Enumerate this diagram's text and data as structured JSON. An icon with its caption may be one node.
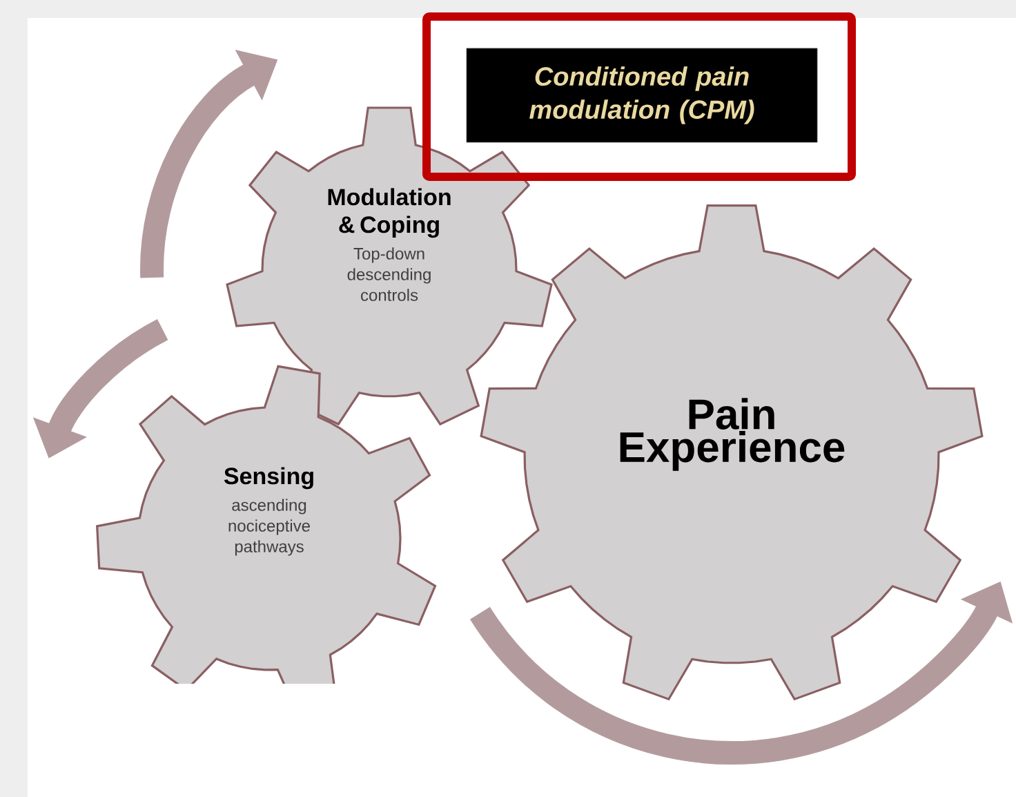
{
  "diagram": {
    "nodes": [
      {
        "text": [
          "Conditioned pain modulation (CPM)"
        ]
      },
      {
        "text": [
          "Modulation & Coping",
          "Top-down descending controls"
        ]
      },
      {
        "text": [
          "Sensing",
          "ascending nociceptive pathways"
        ]
      },
      {
        "text": [
          "Pain Experience"
        ]
      }
    ]
  }
}
